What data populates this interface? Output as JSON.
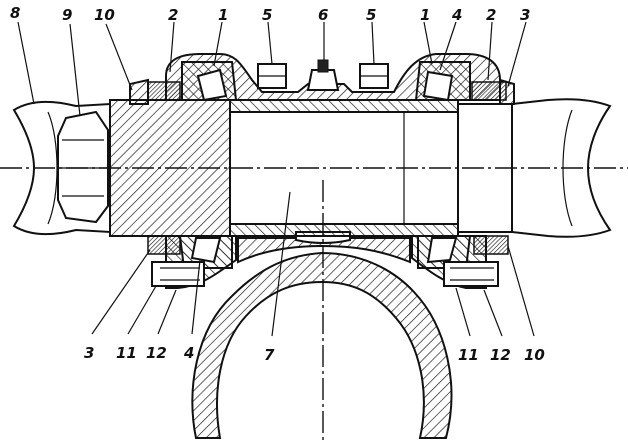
{
  "labels": {
    "top": [
      "8",
      "9",
      "10",
      "2",
      "1",
      "5",
      "6",
      "5",
      "1",
      "4",
      "2",
      "3"
    ],
    "bottom": [
      "3",
      "11",
      "12",
      "4",
      "7",
      "11",
      "12",
      "10"
    ]
  }
}
